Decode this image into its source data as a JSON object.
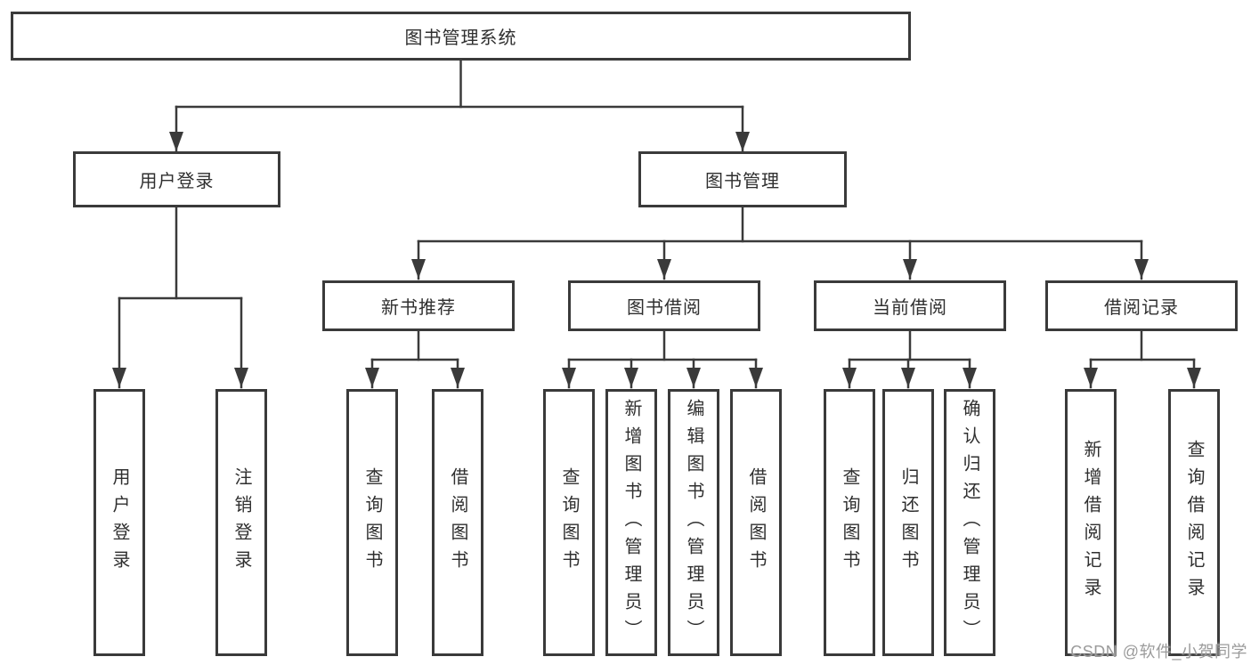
{
  "colors": {
    "line": "#3a3a3a",
    "box_border": "#3a3a3a",
    "text": "#2f2f2f",
    "background": "#ffffff"
  },
  "watermark": {
    "text": "CSDN @软件_小贺同学",
    "color": "#9b9b9b"
  },
  "tree": {
    "root": {
      "label": "图书管理系统"
    },
    "branches": [
      {
        "label": "用户登录",
        "leaves": [
          {
            "label": "用户登录"
          },
          {
            "label": "注销登录"
          }
        ]
      },
      {
        "label": "图书管理",
        "children": [
          {
            "label": "新书推荐",
            "leaves": [
              {
                "label": "查询图书"
              },
              {
                "label": "借阅图书"
              }
            ]
          },
          {
            "label": "图书借阅",
            "leaves": [
              {
                "label": "查询图书"
              },
              {
                "label": "新增图书（管理员）"
              },
              {
                "label": "编辑图书（管理员）"
              },
              {
                "label": "借阅图书"
              }
            ]
          },
          {
            "label": "当前借阅",
            "leaves": [
              {
                "label": "查询图书"
              },
              {
                "label": "归还图书"
              },
              {
                "label": "确认归还（管理员）"
              }
            ]
          },
          {
            "label": "借阅记录",
            "leaves": [
              {
                "label": "新增借阅记录"
              },
              {
                "label": "查询借阅记录"
              }
            ]
          }
        ]
      }
    ]
  }
}
